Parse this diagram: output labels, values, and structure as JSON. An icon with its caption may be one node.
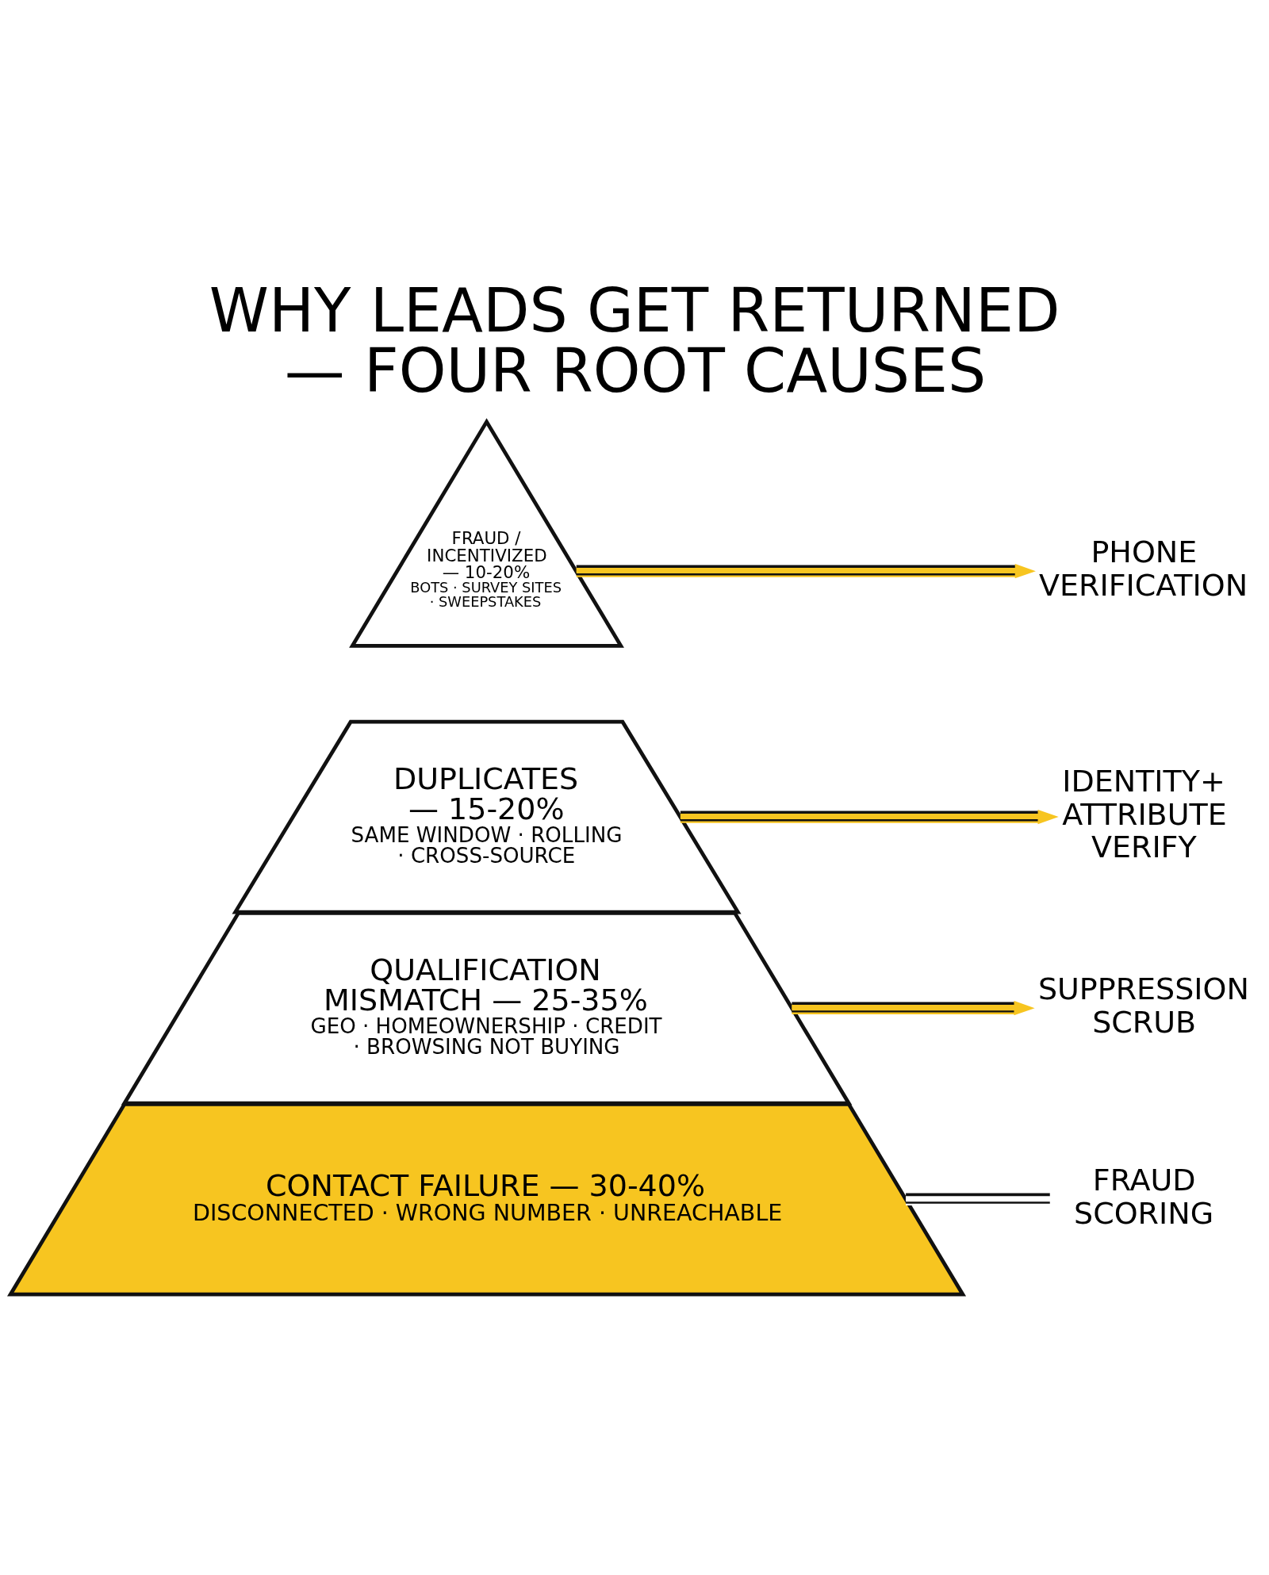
{
  "diagram": {
    "title": "WHY LEADS GET RETURNED — FOUR ROOT CAUSES",
    "nodes": [
      {
        "text": [
          "FRAUD / INCENTIVIZED — 10-20%",
          "BOTS · SURVEY SITES · SWEEPSTAKES"
        ]
      },
      {
        "text": [
          "DUPLICATES — 15-20%",
          "SAME WINDOW · ROLLING · CROSS-SOURCE"
        ]
      },
      {
        "text": [
          "QUALIFICATION MISMATCH — 25-35%",
          "GEO · HOMEOWNERSHIP · CREDIT · BROWSING NOT BUYING"
        ]
      },
      {
        "text": [
          "CONTACT FAILURE — 30-40%",
          "DISCONNECTED · WRONG NUMBER · UNREACHABLE"
        ]
      },
      {
        "text": [
          "PHONE VERIFICATION"
        ]
      },
      {
        "text": [
          "IDENTITY+ ATTRIBUTE VERIFY"
        ]
      },
      {
        "text": [
          "SUPPRESSION SCRUB"
        ]
      },
      {
        "text": [
          "FRAUD SCORING"
        ]
      }
    ],
    "edges": [
      {
        "from": 0,
        "to": 4,
        "arrow": "to"
      },
      {
        "from": 1,
        "to": 5,
        "arrow": "to"
      },
      {
        "from": 2,
        "to": 6,
        "arrow": "to"
      },
      {
        "from": 3,
        "to": 7,
        "arrow": "to",
        "color": "#ffffff"
      }
    ]
  }
}
